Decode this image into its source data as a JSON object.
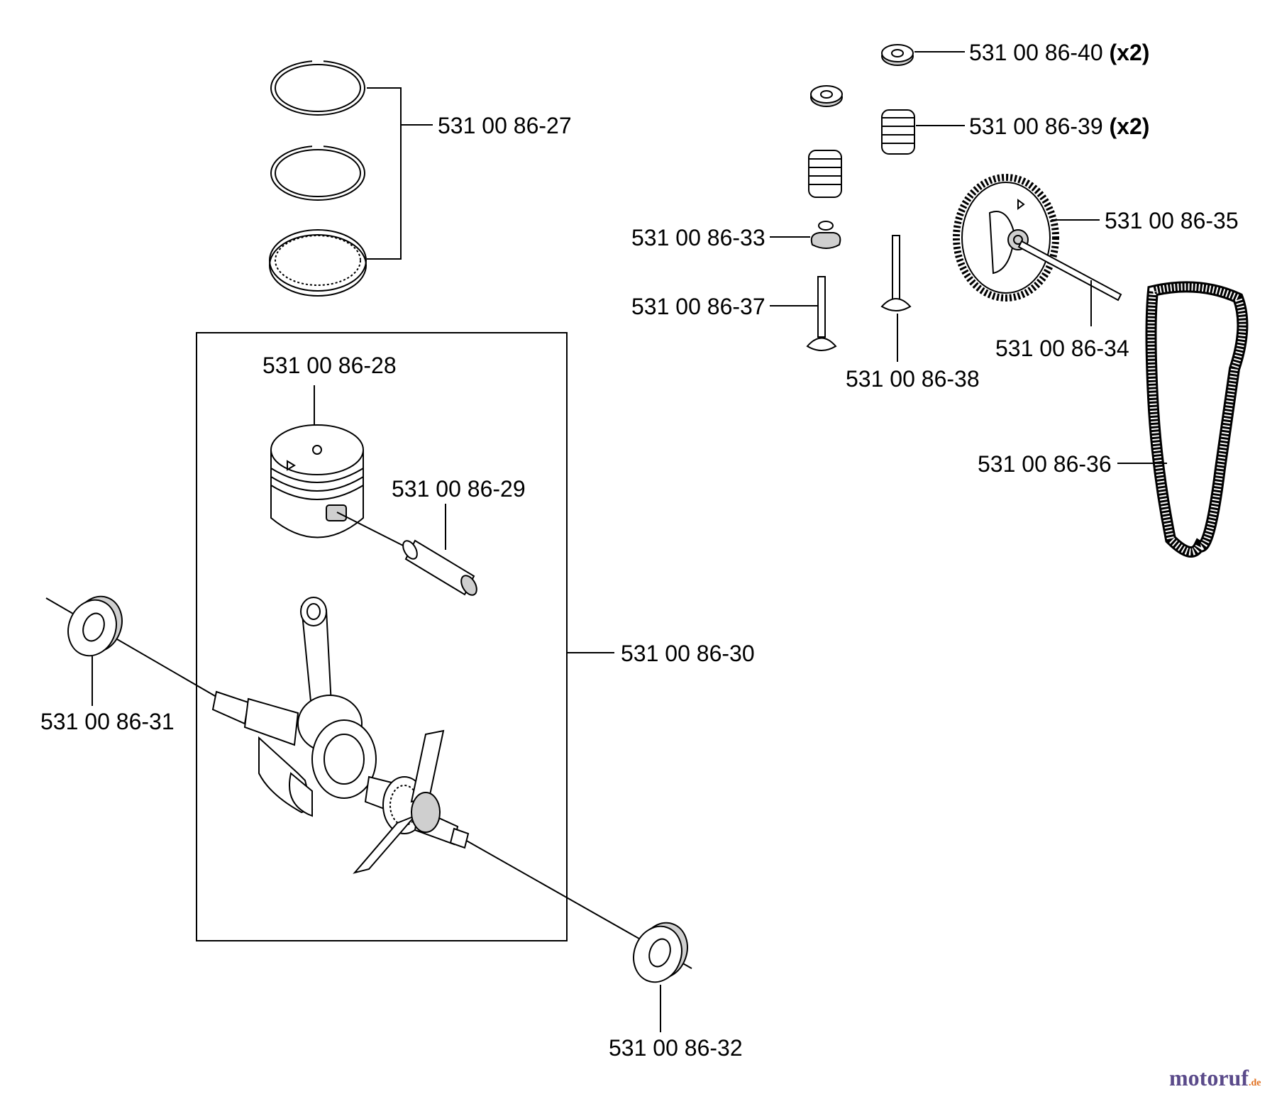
{
  "parts": [
    {
      "id": "rings",
      "label": "531 00 86-27",
      "qty": ""
    },
    {
      "id": "piston",
      "label": "531 00 86-28",
      "qty": ""
    },
    {
      "id": "piston-pin",
      "label": "531 00 86-29",
      "qty": ""
    },
    {
      "id": "crankshaft",
      "label": "531 00 86-30",
      "qty": ""
    },
    {
      "id": "seal-left",
      "label": "531 00 86-31",
      "qty": ""
    },
    {
      "id": "seal-right",
      "label": "531 00 86-32",
      "qty": ""
    },
    {
      "id": "valve-seal",
      "label": "531 00 86-33",
      "qty": ""
    },
    {
      "id": "cam-pin",
      "label": "531 00 86-34",
      "qty": ""
    },
    {
      "id": "cam-gear",
      "label": "531 00 86-35",
      "qty": ""
    },
    {
      "id": "timing-belt",
      "label": "531 00 86-36",
      "qty": ""
    },
    {
      "id": "valve-left",
      "label": "531 00 86-37",
      "qty": ""
    },
    {
      "id": "valve-right",
      "label": "531 00 86-38",
      "qty": ""
    },
    {
      "id": "valve-spring",
      "label": "531 00 86-39",
      "qty": "(x2)"
    },
    {
      "id": "spring-retainer",
      "label": "531 00 86-40",
      "qty": "(x2)"
    }
  ],
  "watermark": {
    "brand": "motoruf",
    "tld": ".de",
    "colors": {
      "brand": "#5a4a8a",
      "dot": "#e07020"
    }
  }
}
